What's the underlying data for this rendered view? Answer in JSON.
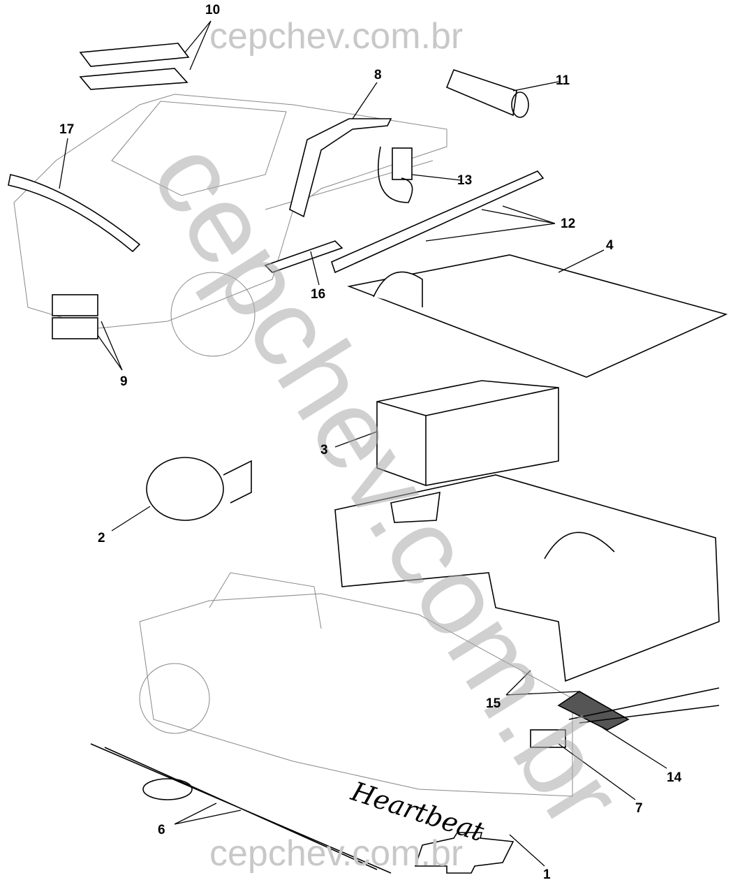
{
  "watermark": {
    "top": "cepchev.com.br",
    "bottom": "cepchev.com.br",
    "diagonal": "cepchev.com.br"
  },
  "callouts": [
    "10",
    "8",
    "11",
    "17",
    "13",
    "12",
    "4",
    "16",
    "9",
    "3",
    "2",
    "15",
    "14",
    "7",
    "6",
    "1"
  ],
  "decal_text": "Heartbeat"
}
